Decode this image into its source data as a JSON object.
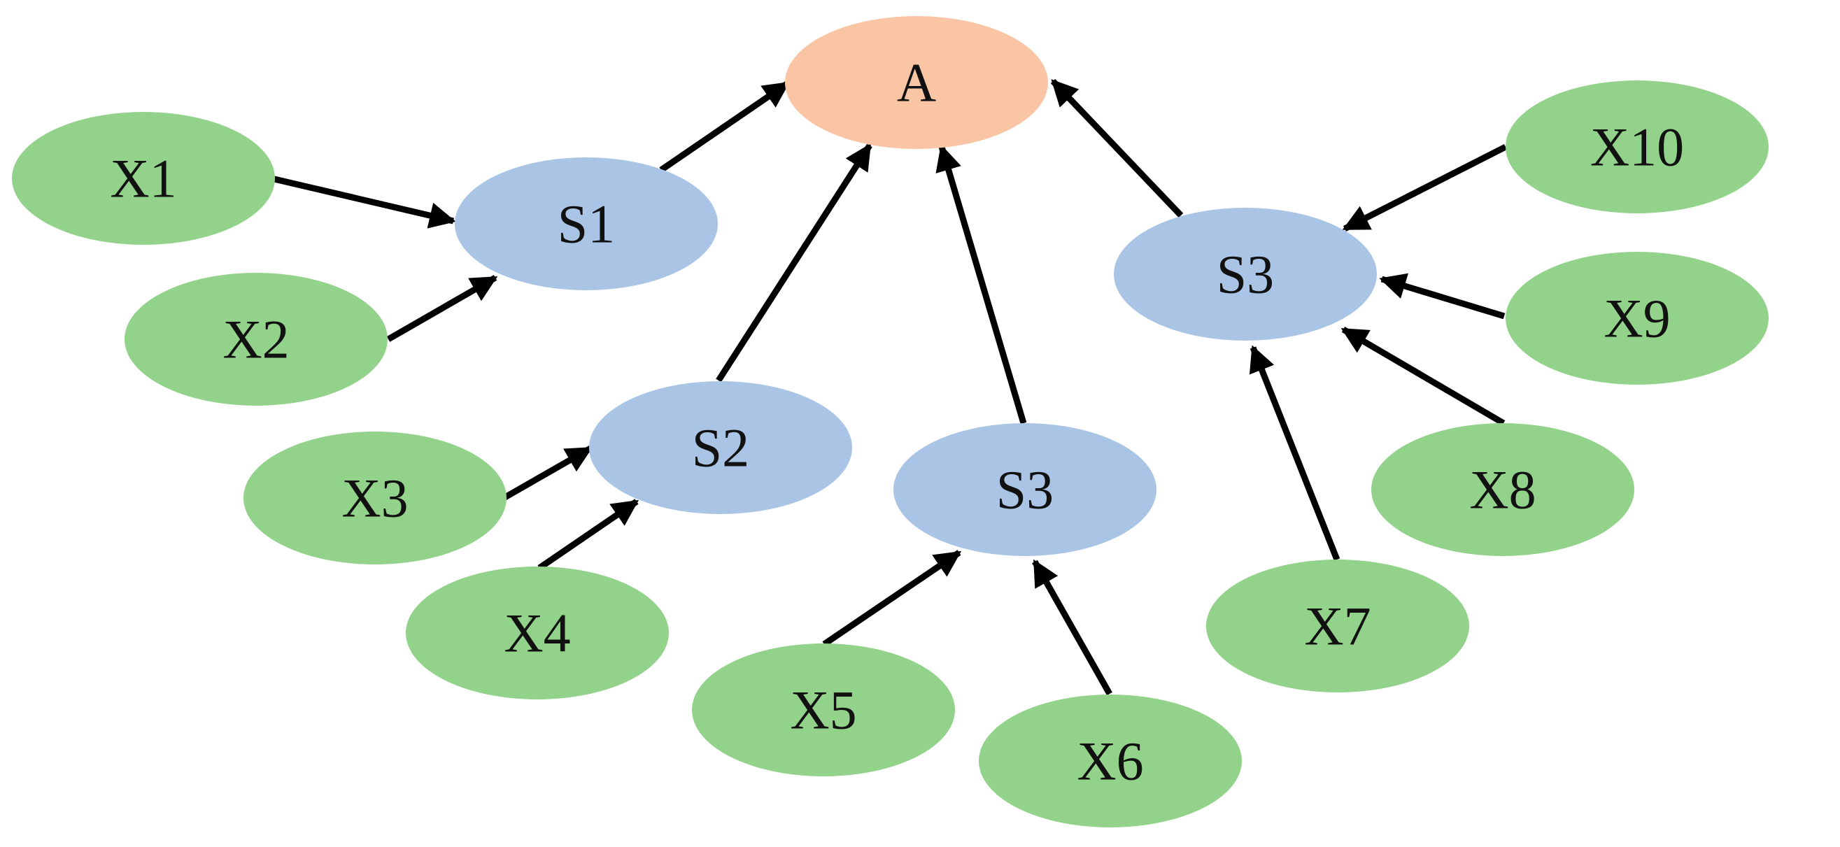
{
  "colors": {
    "root": "#f9c5a4",
    "intermediate": "#aac4e6",
    "leaf": "#92d28a",
    "edge": "#000000",
    "text": "#111111"
  },
  "nodes": [
    {
      "id": "A",
      "label": "A",
      "kind": "root"
    },
    {
      "id": "S1",
      "label": "S1",
      "kind": "intermediate"
    },
    {
      "id": "S2",
      "label": "S2",
      "kind": "intermediate"
    },
    {
      "id": "S3a",
      "label": "S3",
      "kind": "intermediate"
    },
    {
      "id": "S3b",
      "label": "S3",
      "kind": "intermediate"
    },
    {
      "id": "X1",
      "label": "X1",
      "kind": "leaf"
    },
    {
      "id": "X2",
      "label": "X2",
      "kind": "leaf"
    },
    {
      "id": "X3",
      "label": "X3",
      "kind": "leaf"
    },
    {
      "id": "X4",
      "label": "X4",
      "kind": "leaf"
    },
    {
      "id": "X5",
      "label": "X5",
      "kind": "leaf"
    },
    {
      "id": "X6",
      "label": "X6",
      "kind": "leaf"
    },
    {
      "id": "X7",
      "label": "X7",
      "kind": "leaf"
    },
    {
      "id": "X8",
      "label": "X8",
      "kind": "leaf"
    },
    {
      "id": "X9",
      "label": "X9",
      "kind": "leaf"
    },
    {
      "id": "X10",
      "label": "X10",
      "kind": "leaf"
    }
  ],
  "edges": [
    {
      "from": "X1",
      "to": "S1"
    },
    {
      "from": "X2",
      "to": "S1"
    },
    {
      "from": "S1",
      "to": "A"
    },
    {
      "from": "X3",
      "to": "S2"
    },
    {
      "from": "X4",
      "to": "S2"
    },
    {
      "from": "S2",
      "to": "A"
    },
    {
      "from": "X5",
      "to": "S3a"
    },
    {
      "from": "X6",
      "to": "S3a"
    },
    {
      "from": "S3a",
      "to": "A"
    },
    {
      "from": "X7",
      "to": "S3b"
    },
    {
      "from": "X8",
      "to": "S3b"
    },
    {
      "from": "X9",
      "to": "S3b"
    },
    {
      "from": "X10",
      "to": "S3b"
    },
    {
      "from": "S3b",
      "to": "A"
    }
  ]
}
